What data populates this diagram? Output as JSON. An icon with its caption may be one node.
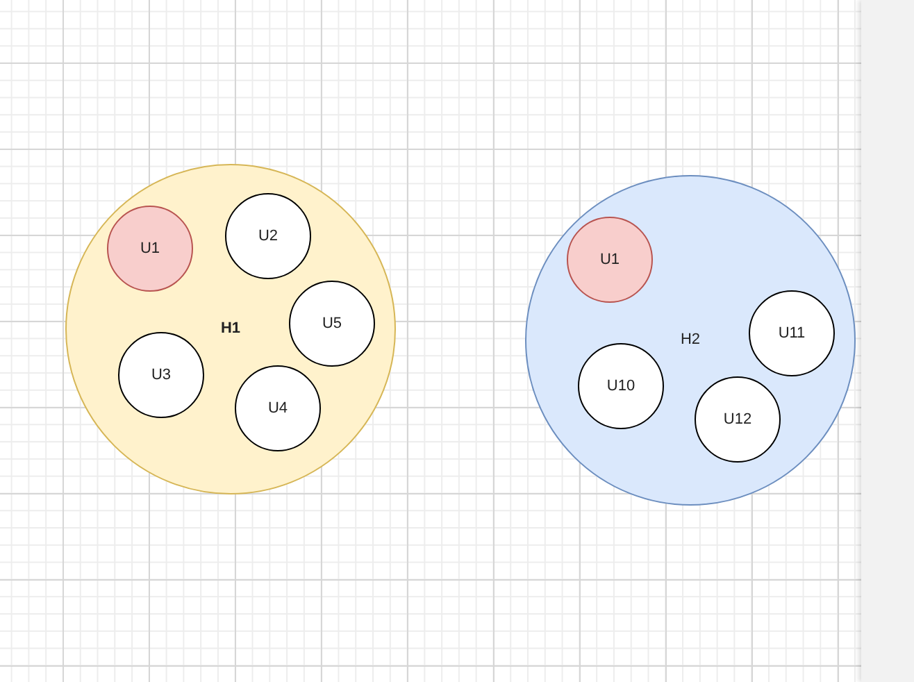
{
  "diagram": {
    "nodes": [
      {
        "text": [
          "H1"
        ]
      },
      {
        "text": [
          "U1"
        ],
        "in": 0
      },
      {
        "text": [
          "U2"
        ],
        "in": 0
      },
      {
        "text": [
          "U5"
        ],
        "in": 0
      },
      {
        "text": [
          "U3"
        ],
        "in": 0
      },
      {
        "text": [
          "U4"
        ],
        "in": 0
      },
      {
        "text": [
          "H2"
        ]
      },
      {
        "text": [
          "U1"
        ],
        "in": 6
      },
      {
        "text": [
          "U11"
        ],
        "in": 6
      },
      {
        "text": [
          "U10"
        ],
        "in": 6
      },
      {
        "text": [
          "U12"
        ],
        "in": 6
      }
    ]
  }
}
